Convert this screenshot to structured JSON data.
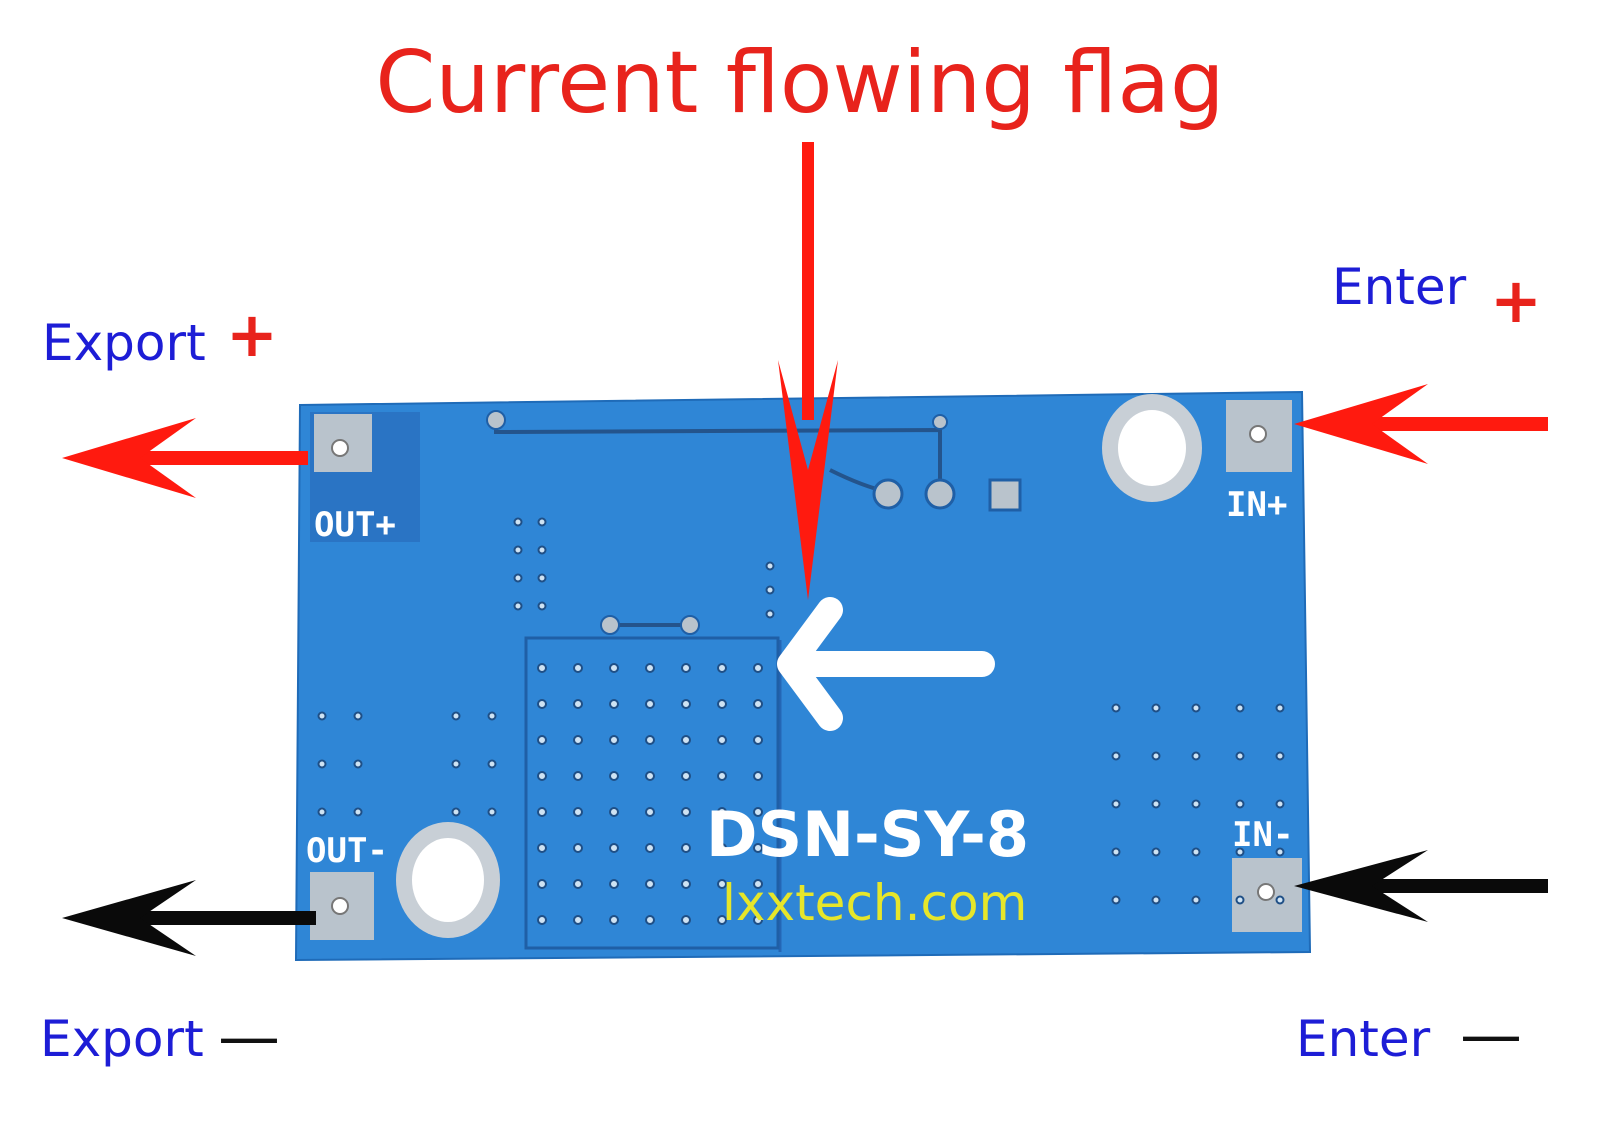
{
  "title": "Current flowing flag",
  "terminals": {
    "out_plus": "OUT+",
    "out_minus": "OUT-",
    "in_plus": "IN+",
    "in_minus": "IN-"
  },
  "labels": {
    "export_plus": "Export",
    "export_minus": "Export",
    "enter_plus": "Enter",
    "enter_minus": "Enter",
    "plus_sign": "+",
    "minus_sign": "—"
  },
  "board": {
    "model": "DSN-SY-8",
    "website": "lxxtech.com"
  },
  "colors": {
    "title": "#e8231c",
    "label": "#1d1dd6",
    "sign": "#e8231c",
    "minus_sign": "#111111",
    "pcb": "#2f86d6",
    "pcb_dark": "#2466b5",
    "pad": "#b9c3cc",
    "website": "#e6e62a",
    "model": "#ffffff",
    "arrow_red": "#ff1a0f",
    "arrow_black": "#0a0a0a"
  }
}
